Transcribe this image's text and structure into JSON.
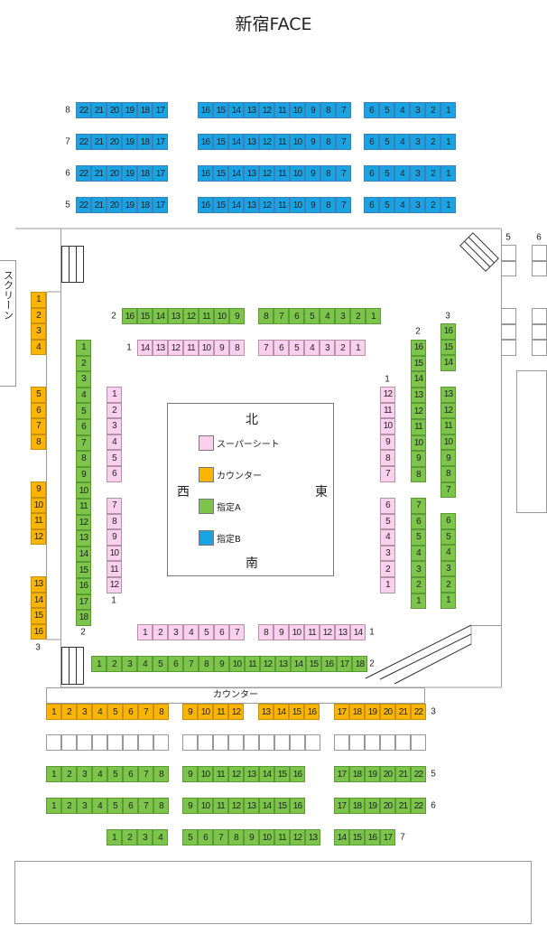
{
  "title": "新宿FACE",
  "screen_label": "スクリーン",
  "counter_label": "カウンター",
  "directions": {
    "north": "北",
    "south": "南",
    "west": "西",
    "east": "東"
  },
  "legend": [
    {
      "label": "スーパーシート",
      "color": "#fbd0ee"
    },
    {
      "label": "カウンター",
      "color": "#fbb500"
    },
    {
      "label": "指定A",
      "color": "#7cc44a"
    },
    {
      "label": "指定B",
      "color": "#1aa3e3"
    }
  ],
  "labels": {
    "b8": "8",
    "b7": "7",
    "b6": "6",
    "b5": "5",
    "top2": "2",
    "top1": "1",
    "left3": "3",
    "left2": "2",
    "left1": "1",
    "right1": "1",
    "right2": "2",
    "right3": "3",
    "bot1": "1",
    "bot2": "2",
    "r3": "3",
    "r5": "5",
    "r6": "6",
    "r7": "7",
    "side5": "5",
    "side6": "6"
  },
  "blocks": [
    {
      "id": "b8a",
      "type": "blue",
      "seats": [
        "22",
        "21",
        "20",
        "19",
        "18",
        "17"
      ]
    },
    {
      "id": "b8b",
      "type": "blue",
      "seats": [
        "16",
        "15",
        "14",
        "13",
        "12",
        "11",
        "10",
        "9",
        "8",
        "7"
      ]
    },
    {
      "id": "b8c",
      "type": "blue",
      "seats": [
        "6",
        "5",
        "4",
        "3",
        "2",
        "1"
      ]
    },
    {
      "id": "b7a",
      "type": "blue",
      "seats": [
        "22",
        "21",
        "20",
        "19",
        "18",
        "17"
      ]
    },
    {
      "id": "b7b",
      "type": "blue",
      "seats": [
        "16",
        "15",
        "14",
        "13",
        "12",
        "11",
        "10",
        "9",
        "8",
        "7"
      ]
    },
    {
      "id": "b7c",
      "type": "blue",
      "seats": [
        "6",
        "5",
        "4",
        "3",
        "2",
        "1"
      ]
    },
    {
      "id": "b6a",
      "type": "blue",
      "seats": [
        "22",
        "21",
        "20",
        "19",
        "18",
        "17"
      ]
    },
    {
      "id": "b6b",
      "type": "blue",
      "seats": [
        "16",
        "15",
        "14",
        "13",
        "12",
        "11",
        "10",
        "9",
        "8",
        "7"
      ]
    },
    {
      "id": "b6c",
      "type": "blue",
      "seats": [
        "6",
        "5",
        "4",
        "3",
        "2",
        "1"
      ]
    },
    {
      "id": "b5a",
      "type": "blue",
      "seats": [
        "22",
        "21",
        "20",
        "19",
        "18",
        "17"
      ]
    },
    {
      "id": "b5b",
      "type": "blue",
      "seats": [
        "16",
        "15",
        "14",
        "13",
        "12",
        "11",
        "10",
        "9",
        "8",
        "7"
      ]
    },
    {
      "id": "b5c",
      "type": "blue",
      "seats": [
        "6",
        "5",
        "4",
        "3",
        "2",
        "1"
      ]
    },
    {
      "id": "top2a",
      "type": "green",
      "seats": [
        "16",
        "15",
        "14",
        "13",
        "12",
        "11",
        "10",
        "9"
      ]
    },
    {
      "id": "top2b",
      "type": "green",
      "seats": [
        "8",
        "7",
        "6",
        "5",
        "4",
        "3",
        "2",
        "1"
      ]
    },
    {
      "id": "top1a",
      "type": "pink",
      "seats": [
        "14",
        "13",
        "12",
        "11",
        "10",
        "9",
        "8"
      ]
    },
    {
      "id": "top1b",
      "type": "pink",
      "seats": [
        "7",
        "6",
        "5",
        "4",
        "3",
        "2",
        "1"
      ]
    },
    {
      "id": "left3a",
      "type": "orange",
      "seats": [
        "1",
        "2",
        "3",
        "4"
      ]
    },
    {
      "id": "left3b",
      "type": "orange",
      "seats": [
        "5",
        "6",
        "7",
        "8"
      ]
    },
    {
      "id": "left3c",
      "type": "orange",
      "seats": [
        "9",
        "10",
        "11",
        "12"
      ]
    },
    {
      "id": "left3d",
      "type": "orange",
      "seats": [
        "13",
        "14",
        "15",
        "16"
      ]
    },
    {
      "id": "left2",
      "type": "green",
      "seats": [
        "1",
        "2",
        "3",
        "4",
        "5",
        "6",
        "7",
        "8",
        "9",
        "10",
        "11",
        "12",
        "13",
        "14",
        "15",
        "16",
        "17",
        "18"
      ]
    },
    {
      "id": "left1a",
      "type": "pink",
      "seats": [
        "1",
        "2",
        "3",
        "4",
        "5",
        "6"
      ]
    },
    {
      "id": "left1b",
      "type": "pink",
      "seats": [
        "7",
        "8",
        "9",
        "10",
        "11",
        "12"
      ]
    },
    {
      "id": "right1a",
      "type": "pink",
      "seats": [
        "12",
        "11",
        "10",
        "9",
        "8",
        "7"
      ]
    },
    {
      "id": "right1b",
      "type": "pink",
      "seats": [
        "6",
        "5",
        "4",
        "3",
        "2",
        "1"
      ]
    },
    {
      "id": "right2a",
      "type": "green",
      "seats": [
        "16",
        "15",
        "14",
        "13",
        "12",
        "11",
        "10",
        "9",
        "8"
      ]
    },
    {
      "id": "right2b",
      "type": "green",
      "seats": [
        "7",
        "6",
        "5",
        "4",
        "3",
        "2",
        "1"
      ]
    },
    {
      "id": "right3a",
      "type": "green",
      "seats": [
        "16",
        "15",
        "14"
      ]
    },
    {
      "id": "right3b",
      "type": "green",
      "seats": [
        "13",
        "12",
        "11",
        "10",
        "9",
        "8",
        "7"
      ]
    },
    {
      "id": "right3c",
      "type": "green",
      "seats": [
        "6",
        "5",
        "4",
        "3",
        "2",
        "1"
      ]
    },
    {
      "id": "bot1a",
      "type": "pink",
      "seats": [
        "1",
        "2",
        "3",
        "4",
        "5",
        "6",
        "7"
      ]
    },
    {
      "id": "bot1b",
      "type": "pink",
      "seats": [
        "8",
        "9",
        "10",
        "11",
        "12",
        "13",
        "14"
      ]
    },
    {
      "id": "bot2",
      "type": "green",
      "seats": [
        "1",
        "2",
        "3",
        "4",
        "5",
        "6",
        "7",
        "8",
        "9",
        "10",
        "11",
        "12",
        "13",
        "14",
        "15",
        "16",
        "17",
        "18"
      ]
    },
    {
      "id": "r3a",
      "type": "orange",
      "seats": [
        "1",
        "2",
        "3",
        "4",
        "5",
        "6",
        "7",
        "8"
      ]
    },
    {
      "id": "r3b",
      "type": "orange",
      "seats": [
        "9",
        "10",
        "11",
        "12"
      ]
    },
    {
      "id": "r3c",
      "type": "orange",
      "seats": [
        "13",
        "14",
        "15",
        "16"
      ]
    },
    {
      "id": "r3d",
      "type": "orange",
      "seats": [
        "17",
        "18",
        "19",
        "20",
        "21",
        "22"
      ]
    },
    {
      "id": "r4a",
      "type": "empty",
      "seats": [
        "",
        "",
        "",
        "",
        "",
        "",
        "",
        ""
      ]
    },
    {
      "id": "r4b",
      "type": "empty",
      "seats": [
        "",
        "",
        "",
        "",
        "",
        "",
        "",
        "",
        ""
      ]
    },
    {
      "id": "r4c",
      "type": "empty",
      "seats": [
        "",
        "",
        "",
        "",
        "",
        ""
      ]
    },
    {
      "id": "r5a",
      "type": "green",
      "seats": [
        "1",
        "2",
        "3",
        "4",
        "5",
        "6",
        "7",
        "8"
      ]
    },
    {
      "id": "r5b",
      "type": "green",
      "seats": [
        "9",
        "10",
        "11",
        "12",
        "13",
        "14",
        "15",
        "16"
      ]
    },
    {
      "id": "r5c",
      "type": "green",
      "seats": [
        "17",
        "18",
        "19",
        "20",
        "21",
        "22"
      ]
    },
    {
      "id": "r6a",
      "type": "green",
      "seats": [
        "1",
        "2",
        "3",
        "4",
        "5",
        "6",
        "7",
        "8"
      ]
    },
    {
      "id": "r6b",
      "type": "green",
      "seats": [
        "9",
        "10",
        "11",
        "12",
        "13",
        "14",
        "15",
        "16"
      ]
    },
    {
      "id": "r6c",
      "type": "green",
      "seats": [
        "17",
        "18",
        "19",
        "20",
        "21",
        "22"
      ]
    },
    {
      "id": "r7a",
      "type": "green",
      "seats": [
        "1",
        "2",
        "3",
        "4"
      ]
    },
    {
      "id": "r7b",
      "type": "green",
      "seats": [
        "5",
        "6",
        "7",
        "8",
        "9",
        "10",
        "11",
        "12",
        "13"
      ]
    },
    {
      "id": "r7c",
      "type": "green",
      "seats": [
        "14",
        "15",
        "16",
        "17"
      ]
    },
    {
      "id": "s5a",
      "type": "empty",
      "seats": [
        "",
        ""
      ]
    },
    {
      "id": "s5b",
      "type": "empty",
      "seats": [
        "",
        "",
        ""
      ]
    },
    {
      "id": "s6a",
      "type": "empty",
      "seats": [
        "",
        ""
      ]
    },
    {
      "id": "s6b",
      "type": "empty",
      "seats": [
        "",
        "",
        ""
      ]
    }
  ]
}
